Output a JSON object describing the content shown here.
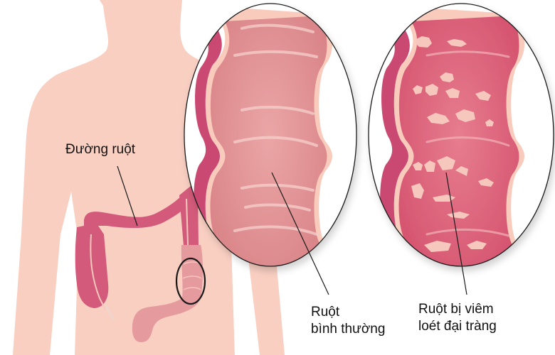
{
  "labels": {
    "colon": "Đường ruột",
    "normal_line1": "Ruột",
    "normal_line2": "bình thường",
    "ulcer_line1": "Ruột bị viêm",
    "ulcer_line2": "loét đại tràng"
  },
  "colors": {
    "background": "#ffffff",
    "skin": "#f9cfc2",
    "colon_dark": "#d35a7a",
    "colon_light": "#e59a9e",
    "mucosa_normal": "#e6979a",
    "mucosa_inflamed": "#e0677d",
    "wall": "#c94a72",
    "serosa": "#f8cbbd",
    "ulcer": "#f6c7bd",
    "outline": "#1a1a1a"
  }
}
